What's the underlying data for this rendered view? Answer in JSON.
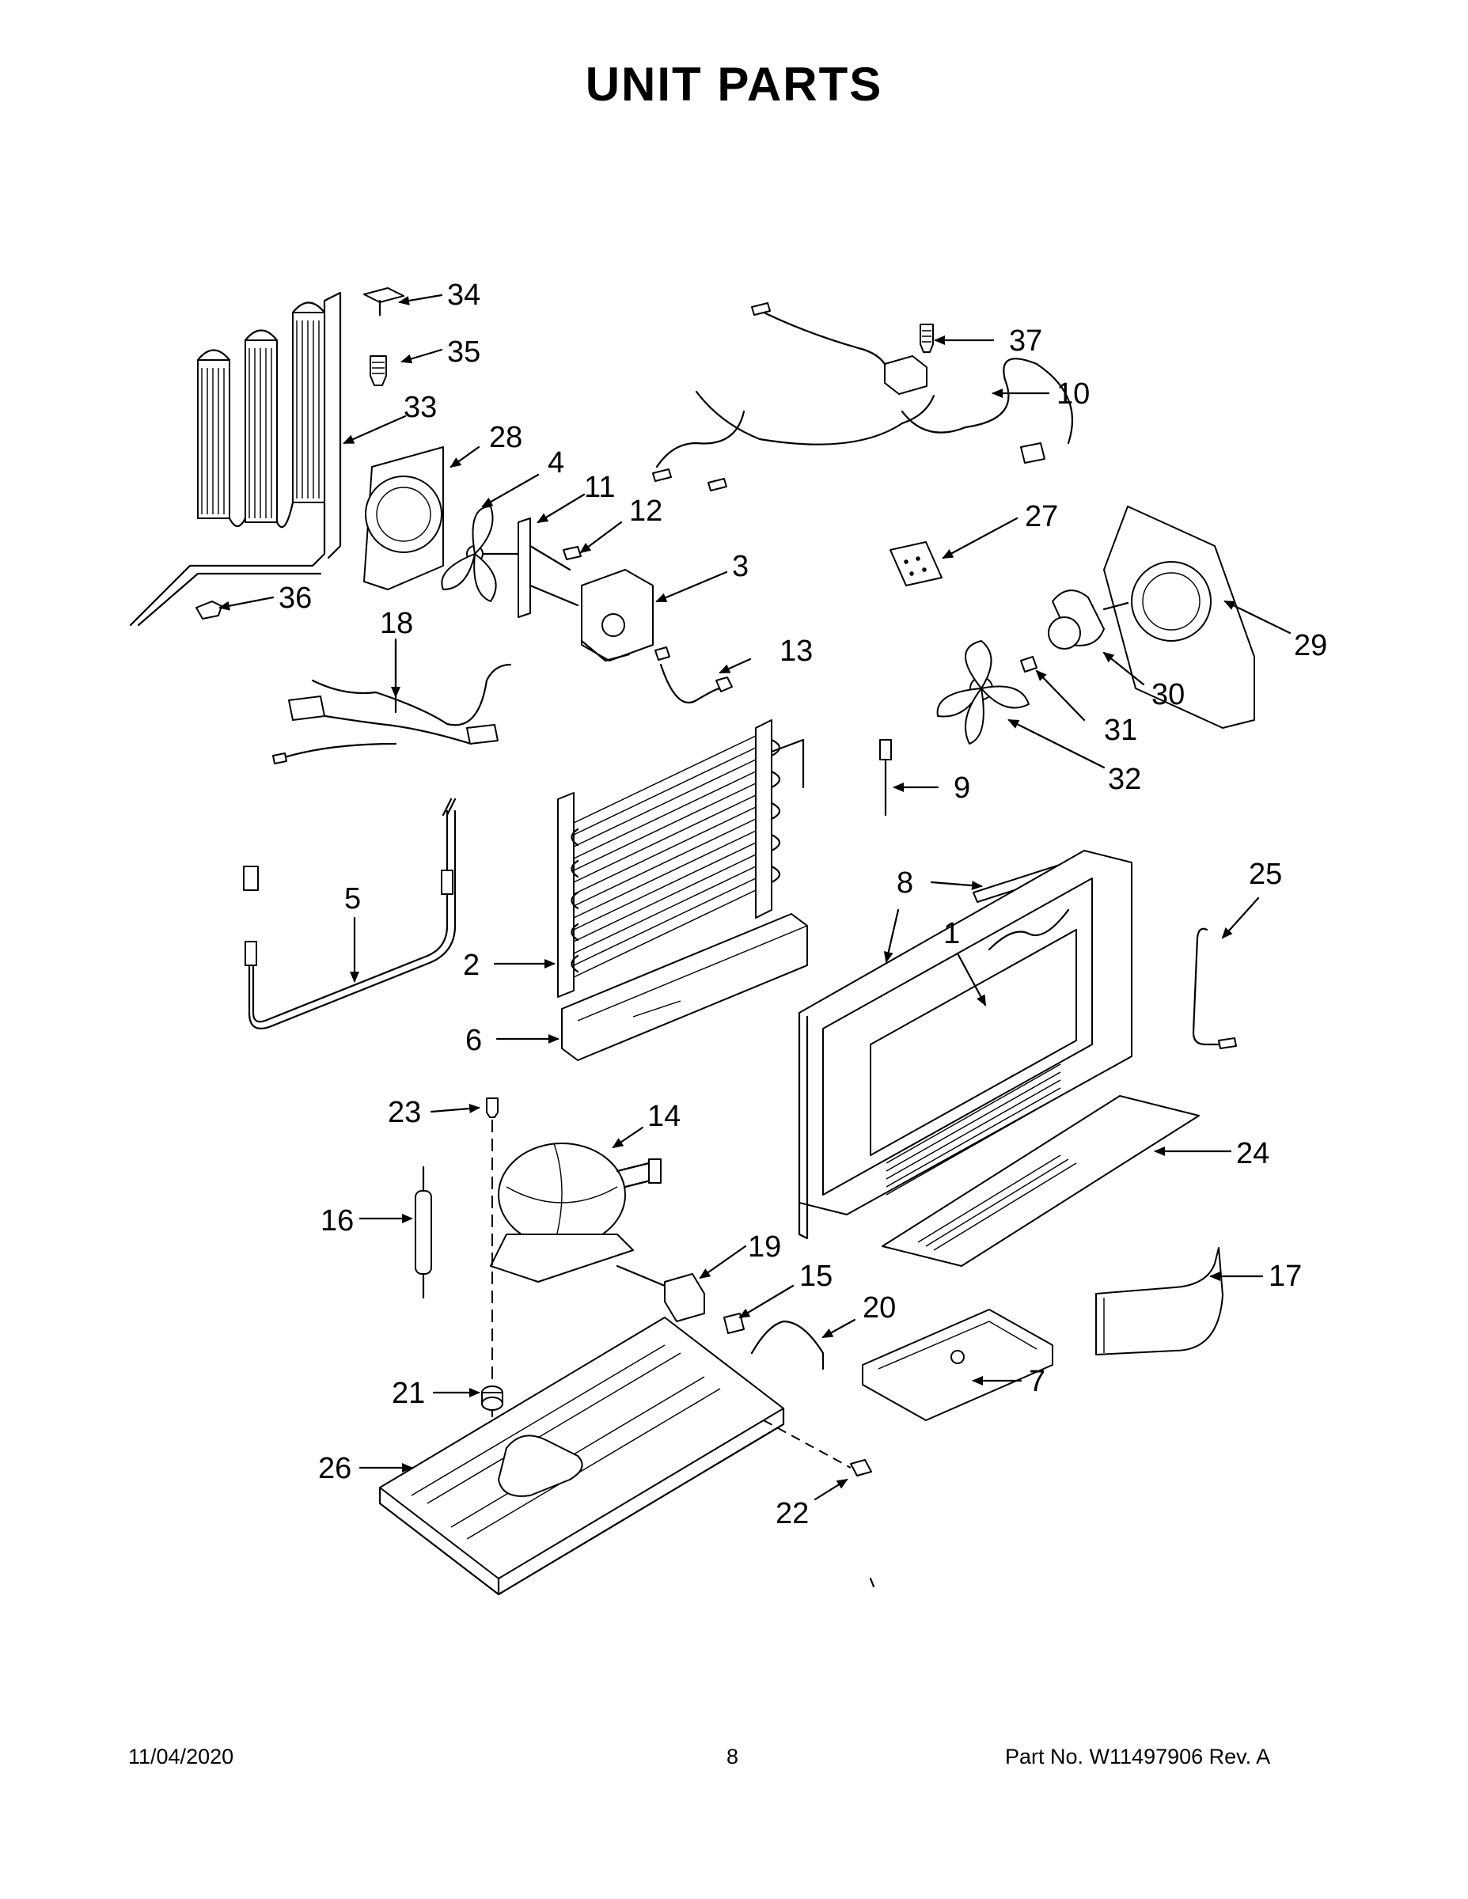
{
  "page": {
    "title": "UNIT  PARTS",
    "footer": {
      "date": "11/04/2020",
      "page_number": "8",
      "part_number": "Part No.  W11497906  Rev.  A"
    }
  },
  "callouts": [
    "1",
    "2",
    "3",
    "4",
    "5",
    "6",
    "7",
    "8",
    "9",
    "10",
    "11",
    "12",
    "13",
    "14",
    "15",
    "16",
    "17",
    "18",
    "19",
    "20",
    "21",
    "22",
    "23",
    "24",
    "25",
    "26",
    "27",
    "28",
    "29",
    "30",
    "31",
    "32",
    "33",
    "34",
    "35",
    "36",
    "37"
  ]
}
